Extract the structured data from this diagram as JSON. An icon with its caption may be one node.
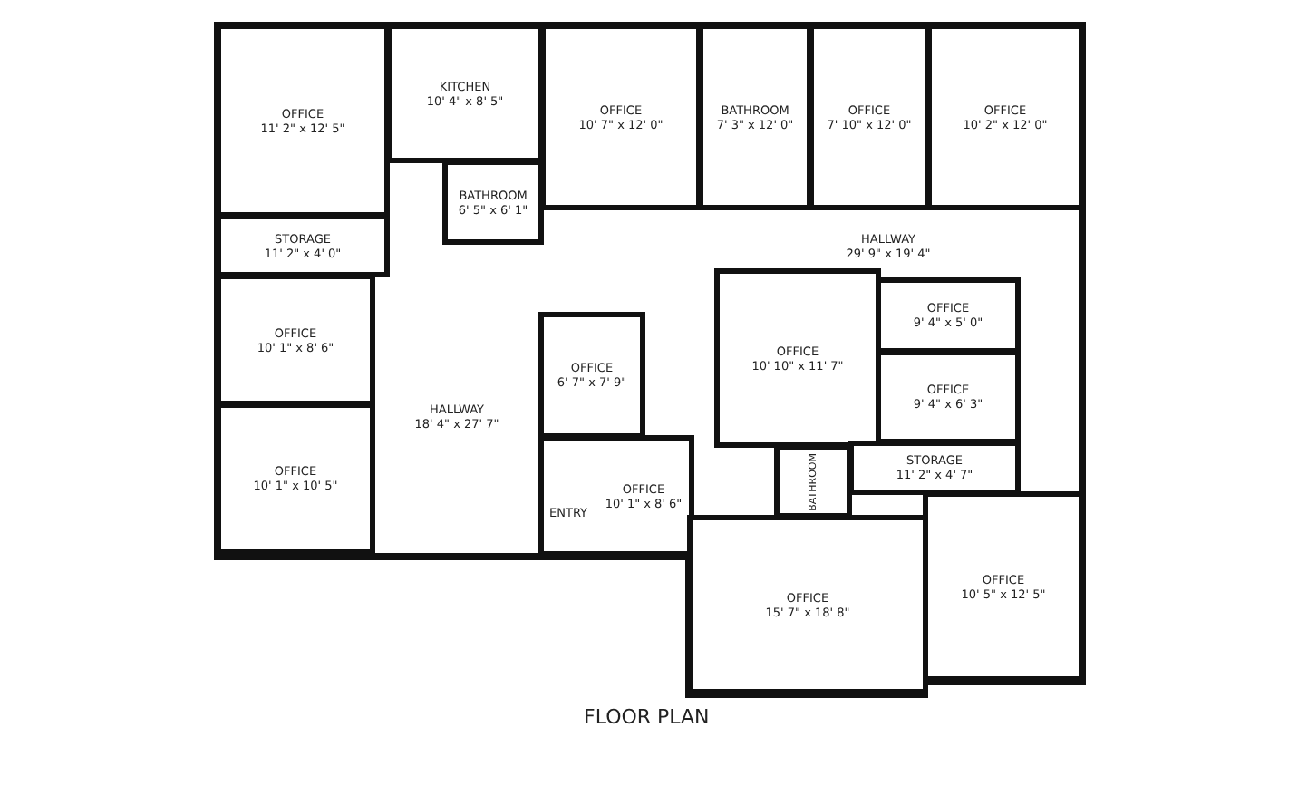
{
  "diagram": {
    "title": "FLOOR PLAN",
    "nodes": [
      {
        "text": [
          "OFFICE",
          "11' 2\" x 12' 5\""
        ]
      },
      {
        "text": [
          "KITCHEN",
          "10' 4\" x 8' 5\""
        ]
      },
      {
        "text": [
          "OFFICE",
          "10' 7\" x 12' 0\""
        ]
      },
      {
        "text": [
          "BATHROOM",
          "7' 3\" x 12' 0\""
        ]
      },
      {
        "text": [
          "OFFICE",
          "7' 10\" x 12' 0\""
        ]
      },
      {
        "text": [
          "OFFICE",
          "10' 2\" x 12' 0\""
        ]
      },
      {
        "text": [
          "BATHROOM",
          "6' 5\" x 6' 1\""
        ]
      },
      {
        "text": [
          "STORAGE",
          "11' 2\" x 4' 0\""
        ]
      },
      {
        "text": [
          "HALLWAY",
          "29' 9\" x 19' 4\""
        ]
      },
      {
        "text": [
          "OFFICE",
          "10' 1\" x 8' 6\""
        ]
      },
      {
        "text": [
          "OFFICE",
          "9' 4\" x 5' 0\""
        ]
      },
      {
        "text": [
          "OFFICE",
          "6' 7\" x 7' 9\""
        ]
      },
      {
        "text": [
          "OFFICE",
          "10' 10\" x 11' 7\""
        ]
      },
      {
        "text": [
          "HALLWAY",
          "18' 4\" x 27' 7\""
        ]
      },
      {
        "text": [
          "OFFICE",
          "9' 4\" x 6' 3\""
        ]
      },
      {
        "text": [
          "BATHROOM"
        ]
      },
      {
        "text": [
          "STORAGE",
          "11' 2\" x 4' 7\""
        ]
      },
      {
        "text": [
          "OFFICE",
          "10' 1\" x 10' 5\""
        ]
      },
      {
        "text": [
          "OFFICE",
          "10' 1\" x 8' 6\""
        ]
      },
      {
        "text": [
          "OFFICE",
          "10' 5\" x 12' 5\""
        ]
      },
      {
        "text": [
          "OFFICE",
          "15' 7\" x 18' 8\""
        ]
      }
    ],
    "labels": [
      "ENTRY"
    ]
  }
}
